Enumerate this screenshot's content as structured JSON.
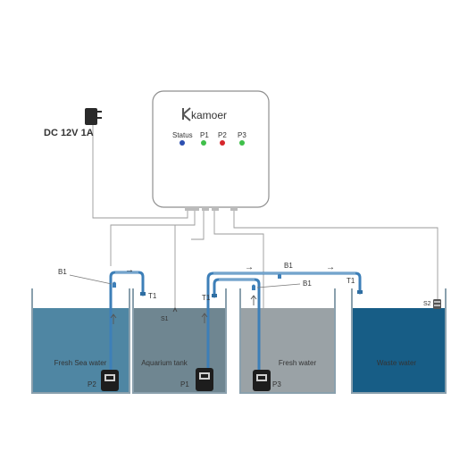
{
  "power": {
    "label": "DC 12V 1A"
  },
  "controller": {
    "brand": "kamoer",
    "indicators": [
      {
        "label": "Status",
        "color": "#2c4fb0"
      },
      {
        "label": "P1",
        "color": "#3fbf4a"
      },
      {
        "label": "P2",
        "color": "#d6262c"
      },
      {
        "label": "P3",
        "color": "#3fbf4a"
      }
    ]
  },
  "tanks": [
    {
      "label": "Fresh Sea water",
      "color": "#4f86a3"
    },
    {
      "label": "Aquarium tank",
      "color": "#6f8691"
    },
    {
      "label": "Fresh water",
      "color": "#9aa2a6"
    },
    {
      "label": "Waste water",
      "color": "#175d86"
    }
  ],
  "pumps": {
    "p1": "P1",
    "p2": "P2",
    "p3": "P3"
  },
  "labels": {
    "b1_left": "B1",
    "b1_top": "B1",
    "b1_right": "B1",
    "t1_left": "T1",
    "t1_mid": "T1",
    "t1_right": "T1",
    "s1": "S1",
    "s2": "S2"
  },
  "arrows": {
    "right": "→"
  }
}
